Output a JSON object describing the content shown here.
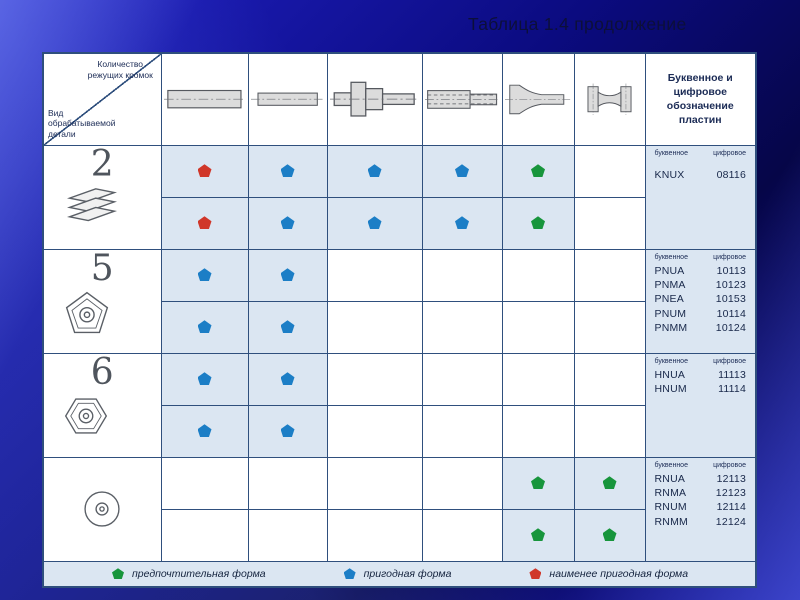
{
  "slide": {
    "title": "Таблица 1.4 продолжение"
  },
  "table": {
    "corner": {
      "top_label": "Количество режущих кромок",
      "bottom_label": "Вид обрабатываемой детали"
    },
    "part_drawings": [
      "cylinder-long",
      "cylinder-short",
      "stepped-shaft",
      "bored-stepped-shaft",
      "tapered-part",
      "spool-part"
    ],
    "designation_header": "Буквенное и цифровое обозначение пластин",
    "sub_header": {
      "letter": "буквенное",
      "number": "цифровое"
    },
    "groups": [
      {
        "edge_count": "2",
        "part_icon": "parallelogram-stack-icon",
        "tinted_cols": [
          1,
          2,
          3,
          4,
          5
        ],
        "rows": [
          [
            "red",
            "blue",
            "blue",
            "blue",
            "green",
            null
          ],
          [
            "red",
            "blue",
            "blue",
            "blue",
            "green",
            null
          ]
        ],
        "designations": [
          {
            "code": "KNUX",
            "num": "08116"
          }
        ]
      },
      {
        "edge_count": "5",
        "part_icon": "pentagon-insert-icon",
        "tinted_cols": [
          1,
          2
        ],
        "rows": [
          [
            "blue",
            "blue",
            null,
            null,
            null,
            null
          ],
          [
            "blue",
            "blue",
            null,
            null,
            null,
            null
          ]
        ],
        "designations": [
          {
            "code": "PNUA",
            "num": "10113"
          },
          {
            "code": "PNMA",
            "num": "10123"
          },
          {
            "code": "PNEA",
            "num": "10153"
          },
          {
            "code": "PNUM",
            "num": "10114"
          },
          {
            "code": "PNMM",
            "num": "10124"
          }
        ]
      },
      {
        "edge_count": "6",
        "part_icon": "hexagon-insert-icon",
        "tinted_cols": [
          1,
          2
        ],
        "rows": [
          [
            "blue",
            "blue",
            null,
            null,
            null,
            null
          ],
          [
            "blue",
            "blue",
            null,
            null,
            null,
            null
          ]
        ],
        "designations": [
          {
            "code": "HNUA",
            "num": "11113"
          },
          {
            "code": "HNUM",
            "num": "11114"
          }
        ]
      },
      {
        "edge_count": "",
        "part_icon": "round-insert-icon",
        "tinted_cols": [
          5,
          6
        ],
        "rows": [
          [
            null,
            null,
            null,
            null,
            "green",
            "green"
          ],
          [
            null,
            null,
            null,
            null,
            "green",
            "green"
          ]
        ],
        "designations": [
          {
            "code": "RNUA",
            "num": "12113"
          },
          {
            "code": "RNMA",
            "num": "12123"
          },
          {
            "code": "RNUM",
            "num": "12114"
          },
          {
            "code": "RNMM",
            "num": "12124"
          }
        ]
      }
    ],
    "legend": [
      {
        "marker": "green",
        "label": "предпочтительная форма"
      },
      {
        "marker": "blue",
        "label": "пригодная форма"
      },
      {
        "marker": "red",
        "label": "наименее пригодная форма"
      }
    ]
  },
  "colors": {
    "green": "#17953c",
    "blue": "#1c7ec6",
    "red": "#d0372a",
    "tint": "#dbe6f2",
    "border": "#2f4f7d"
  }
}
